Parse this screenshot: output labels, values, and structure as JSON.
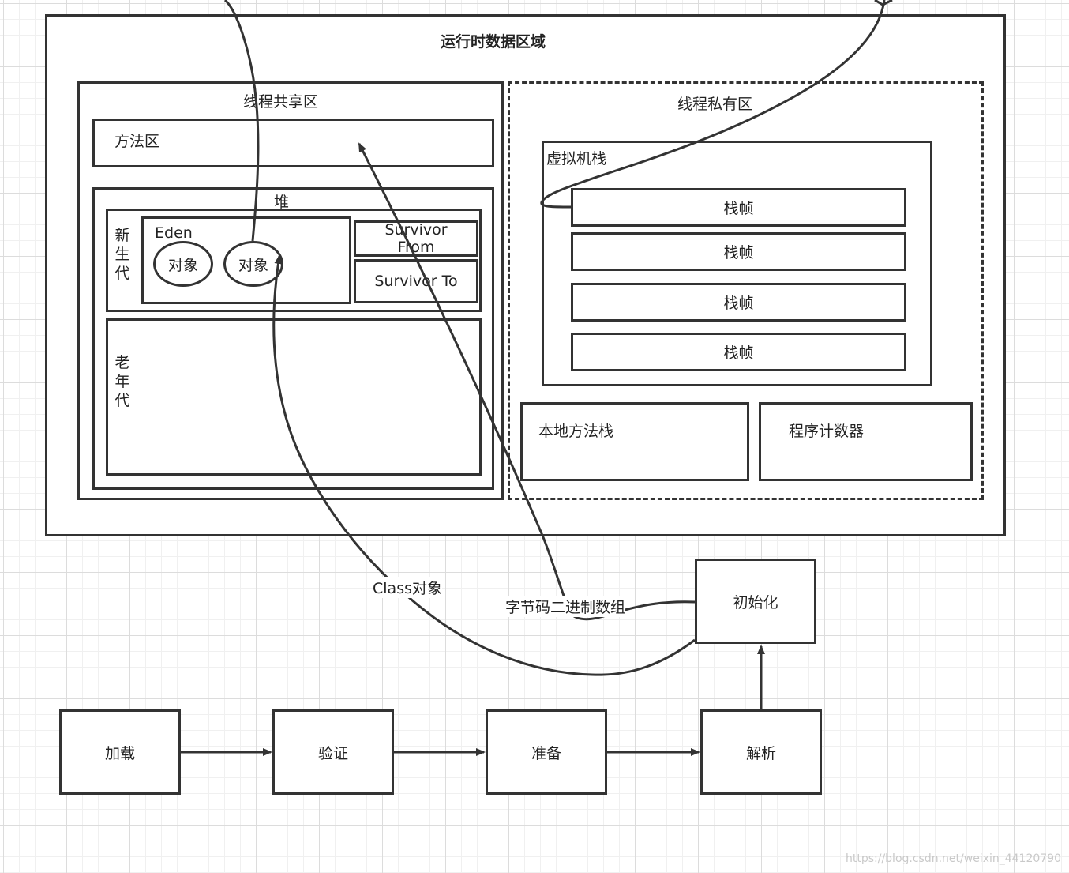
{
  "runtime": {
    "title": "运行时数据区域",
    "shared": {
      "title": "线程共享区",
      "method_area": "方法区",
      "heap": {
        "title": "堆",
        "young": {
          "label": "新生代",
          "eden": "Eden",
          "objects": [
            "对象",
            "对象"
          ],
          "survivor_from": "Survivor From",
          "survivor_to": "Survivor To"
        },
        "old": "老年代"
      }
    },
    "private": {
      "title": "线程私有区",
      "vm_stack": {
        "title": "虚拟机栈",
        "frames": [
          "栈帧",
          "栈帧",
          "栈帧",
          "栈帧"
        ]
      },
      "native_stack": "本地方法栈",
      "pc": "程序计数器"
    }
  },
  "loading": {
    "steps": [
      "加载",
      "验证",
      "准备",
      "解析"
    ],
    "init": "初始化",
    "bytecode_label": "字节码二进制数组",
    "class_label": "Class对象"
  },
  "watermark": "https://blog.csdn.net/weixin_44120790"
}
